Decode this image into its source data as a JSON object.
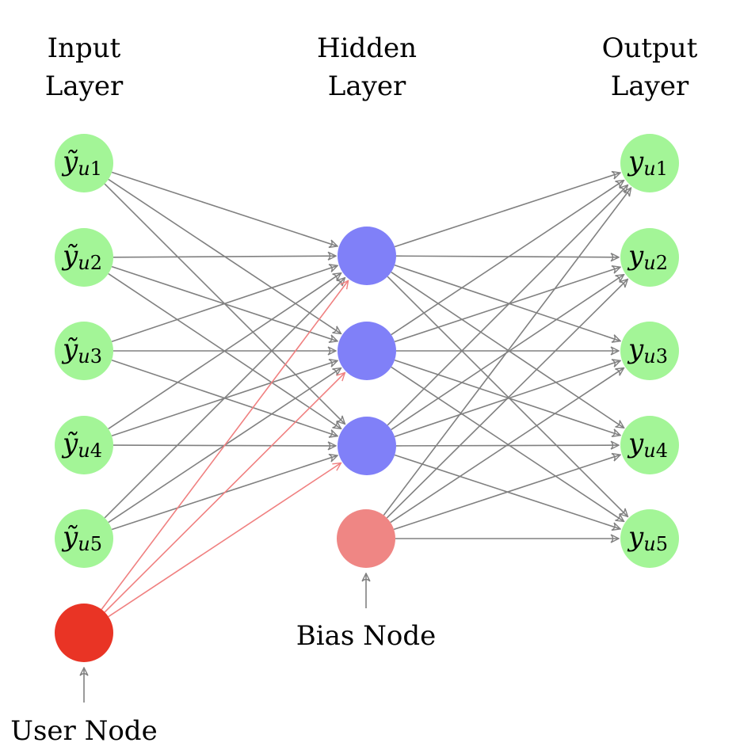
{
  "layers": {
    "input": {
      "title_line1": "Input",
      "title_line2": "Layer"
    },
    "hidden": {
      "title_line1": "Hidden",
      "title_line2": "Layer"
    },
    "output": {
      "title_line1": "Output",
      "title_line2": "Layer"
    }
  },
  "input_nodes": [
    {
      "base": "ỹ",
      "sub_var": "u",
      "sub_num": "1"
    },
    {
      "base": "ỹ",
      "sub_var": "u",
      "sub_num": "2"
    },
    {
      "base": "ỹ",
      "sub_var": "u",
      "sub_num": "3"
    },
    {
      "base": "ỹ",
      "sub_var": "u",
      "sub_num": "4"
    },
    {
      "base": "ỹ",
      "sub_var": "u",
      "sub_num": "5"
    }
  ],
  "hidden_nodes_count": 3,
  "output_nodes": [
    {
      "base": "y",
      "sub_var": "u",
      "sub_num": "1"
    },
    {
      "base": "y",
      "sub_var": "u",
      "sub_num": "2"
    },
    {
      "base": "y",
      "sub_var": "u",
      "sub_num": "3"
    },
    {
      "base": "y",
      "sub_var": "u",
      "sub_num": "4"
    },
    {
      "base": "y",
      "sub_var": "u",
      "sub_num": "5"
    }
  ],
  "special_nodes": {
    "user": {
      "caption": "User Node"
    },
    "bias": {
      "caption": "Bias Node"
    }
  },
  "connections": {
    "input_to_hidden": "fully-connected",
    "user_to_hidden": "all-hidden",
    "hidden_to_output": "fully-connected",
    "bias_to_output": "all-output"
  },
  "colors": {
    "input_node": "#a3f597",
    "output_node": "#a3f597",
    "hidden_node": "#8080f8",
    "bias_node": "#ef8684",
    "user_node": "#e93425",
    "edge": "#808080",
    "user_edge": "#f08080"
  }
}
